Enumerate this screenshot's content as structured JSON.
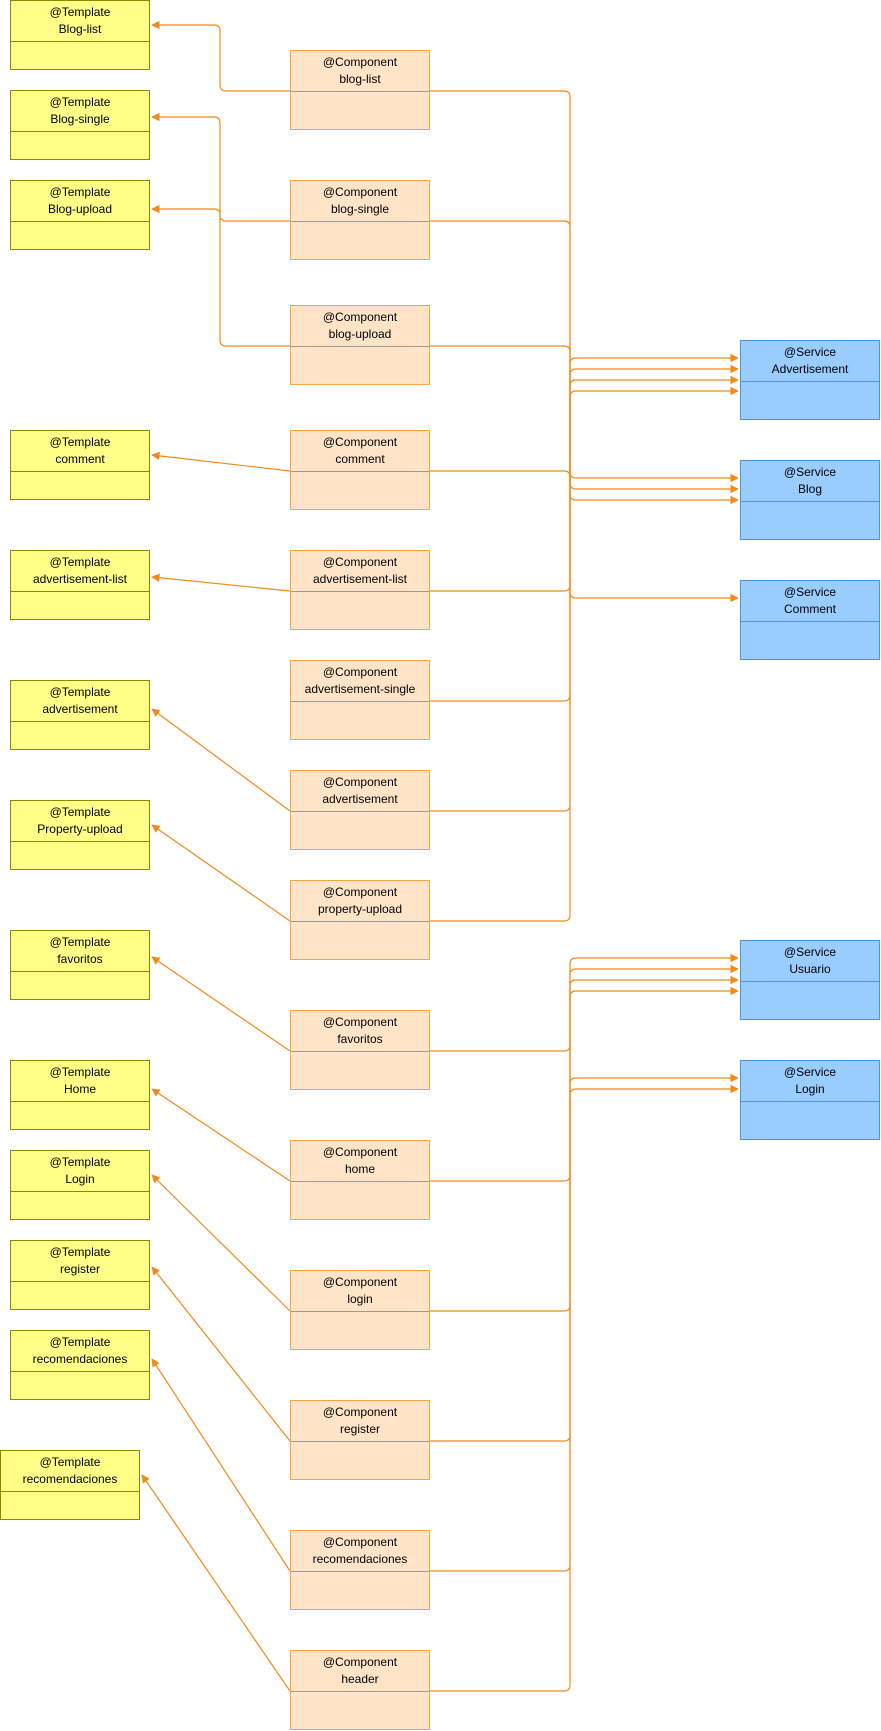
{
  "colors": {
    "edge": "#f08a1c",
    "template_fill": "#ffff88",
    "component_fill": "#ffe4c8",
    "service_fill": "#99ccff"
  },
  "templates": [
    {
      "id": "t-blog-list",
      "stereotype": "@Template",
      "name": "Blog-list"
    },
    {
      "id": "t-blog-single",
      "stereotype": "@Template",
      "name": "Blog-single"
    },
    {
      "id": "t-blog-upload",
      "stereotype": "@Template",
      "name": "Blog-upload"
    },
    {
      "id": "t-comment",
      "stereotype": "@Template",
      "name": "comment"
    },
    {
      "id": "t-advertisement-list",
      "stereotype": "@Template",
      "name": "advertisement-list"
    },
    {
      "id": "t-advertisement",
      "stereotype": "@Template",
      "name": "advertisement"
    },
    {
      "id": "t-property-upload",
      "stereotype": "@Template",
      "name": "Property-upload"
    },
    {
      "id": "t-favoritos",
      "stereotype": "@Template",
      "name": "favoritos"
    },
    {
      "id": "t-home",
      "stereotype": "@Template",
      "name": "Home"
    },
    {
      "id": "t-login",
      "stereotype": "@Template",
      "name": "Login"
    },
    {
      "id": "t-register",
      "stereotype": "@Template",
      "name": "register"
    },
    {
      "id": "t-recomendaciones",
      "stereotype": "@Template",
      "name": "recomendaciones"
    },
    {
      "id": "t-recomendaciones-2",
      "stereotype": "@Template",
      "name": "recomendaciones"
    }
  ],
  "components": [
    {
      "id": "c-blog-list",
      "stereotype": "@Component",
      "name": "blog-list"
    },
    {
      "id": "c-blog-single",
      "stereotype": "@Component",
      "name": "blog-single"
    },
    {
      "id": "c-blog-upload",
      "stereotype": "@Component",
      "name": "blog-upload"
    },
    {
      "id": "c-comment",
      "stereotype": "@Component",
      "name": "comment"
    },
    {
      "id": "c-advertisement-list",
      "stereotype": "@Component",
      "name": "advertisement-list"
    },
    {
      "id": "c-advertisement-single",
      "stereotype": "@Component",
      "name": "advertisement-single"
    },
    {
      "id": "c-advertisement",
      "stereotype": "@Component",
      "name": "advertisement"
    },
    {
      "id": "c-property-upload",
      "stereotype": "@Component",
      "name": "property-upload"
    },
    {
      "id": "c-favoritos",
      "stereotype": "@Component",
      "name": "favoritos"
    },
    {
      "id": "c-home",
      "stereotype": "@Component",
      "name": "home"
    },
    {
      "id": "c-login",
      "stereotype": "@Component",
      "name": "login"
    },
    {
      "id": "c-register",
      "stereotype": "@Component",
      "name": "register"
    },
    {
      "id": "c-recomendaciones",
      "stereotype": "@Component",
      "name": "recomendaciones"
    },
    {
      "id": "c-header",
      "stereotype": "@Component",
      "name": "header"
    }
  ],
  "services": [
    {
      "id": "s-advertisement",
      "stereotype": "@Service",
      "name": "Advertisement"
    },
    {
      "id": "s-blog",
      "stereotype": "@Service",
      "name": "Blog"
    },
    {
      "id": "s-comment",
      "stereotype": "@Service",
      "name": "Comment"
    },
    {
      "id": "s-usuario",
      "stereotype": "@Service",
      "name": "Usuario"
    },
    {
      "id": "s-login",
      "stereotype": "@Service",
      "name": "Login"
    }
  ],
  "template_links": [
    {
      "from": "c-blog-list",
      "to": "t-blog-list"
    },
    {
      "from": "c-blog-single",
      "to": "t-blog-single"
    },
    {
      "from": "c-blog-upload",
      "to": "t-blog-upload"
    },
    {
      "from": "c-comment",
      "to": "t-comment"
    },
    {
      "from": "c-advertisement-list",
      "to": "t-advertisement-list"
    },
    {
      "from": "c-advertisement",
      "to": "t-advertisement"
    },
    {
      "from": "c-property-upload",
      "to": "t-property-upload"
    },
    {
      "from": "c-favoritos",
      "to": "t-favoritos"
    },
    {
      "from": "c-home",
      "to": "t-home"
    },
    {
      "from": "c-login",
      "to": "t-login"
    },
    {
      "from": "c-register",
      "to": "t-register"
    },
    {
      "from": "c-recomendaciones",
      "to": "t-recomendaciones"
    },
    {
      "from": "c-header",
      "to": "t-recomendaciones-2"
    }
  ],
  "service_links": [
    {
      "from": "c-blog-list",
      "to": "s-blog"
    },
    {
      "from": "c-blog-single",
      "to": "s-blog"
    },
    {
      "from": "c-blog-upload",
      "to": "s-blog"
    },
    {
      "from": "c-comment",
      "to": "s-comment"
    },
    {
      "from": "c-advertisement-list",
      "to": "s-advertisement"
    },
    {
      "from": "c-advertisement-single",
      "to": "s-advertisement"
    },
    {
      "from": "c-advertisement",
      "to": "s-advertisement"
    },
    {
      "from": "c-property-upload",
      "to": "s-advertisement"
    },
    {
      "from": "c-favoritos",
      "to": "s-usuario"
    },
    {
      "from": "c-home",
      "to": "s-usuario"
    },
    {
      "from": "c-login",
      "to": "s-login"
    },
    {
      "from": "c-register",
      "to": "s-login"
    },
    {
      "from": "c-recomendaciones",
      "to": "s-usuario"
    },
    {
      "from": "c-header",
      "to": "s-usuario"
    }
  ]
}
